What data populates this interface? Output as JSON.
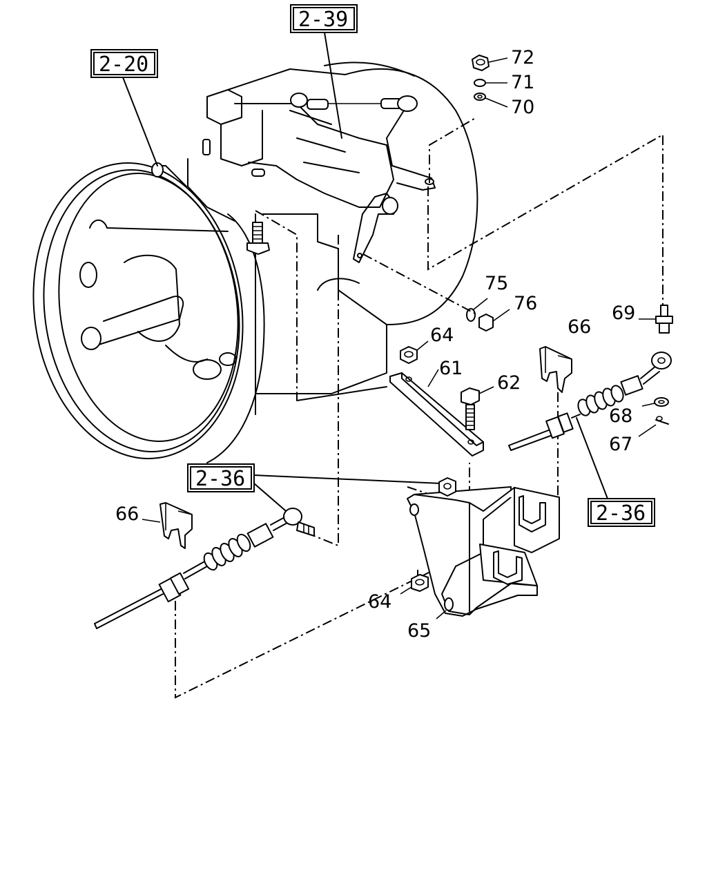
{
  "references": {
    "ref_2_39": "2-39",
    "ref_2_20": "2-20",
    "ref_2_36_left": "2-36",
    "ref_2_36_right": "2-36"
  },
  "callouts": {
    "c72": "72",
    "c71": "71",
    "c70": "70",
    "c75": "75",
    "c76": "76",
    "c69": "69",
    "c64a": "64",
    "c66a": "66",
    "c61": "61",
    "c62": "62",
    "c68": "68",
    "c67": "67",
    "c66b": "66",
    "c64b": "64",
    "c65": "65"
  }
}
